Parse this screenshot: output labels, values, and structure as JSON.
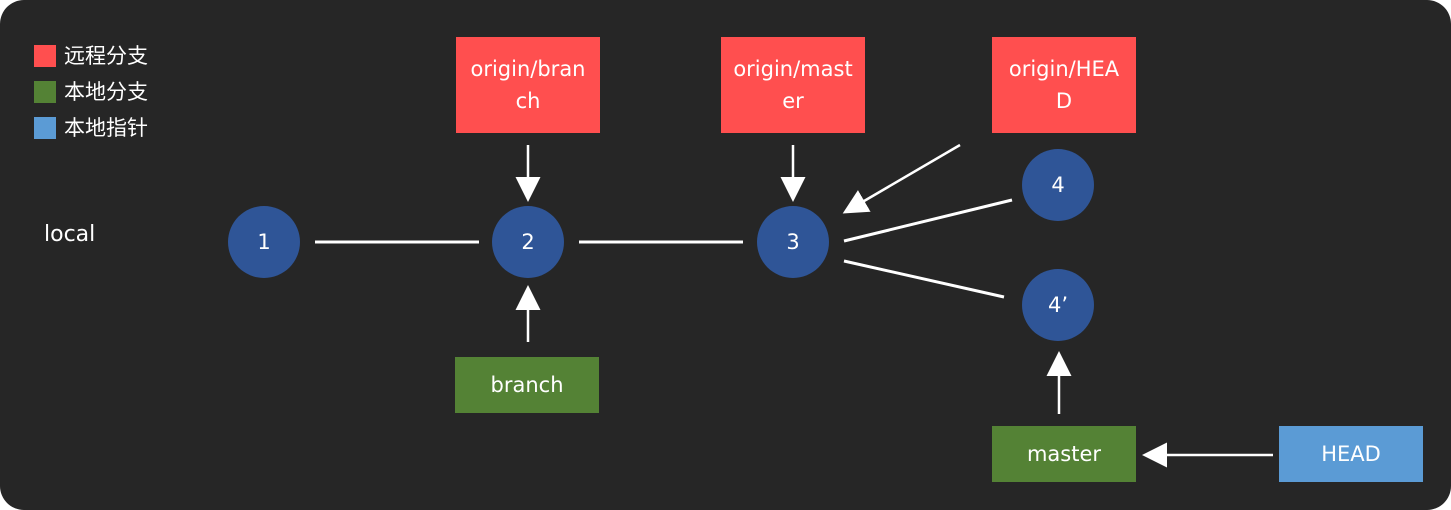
{
  "legend": {
    "items": [
      {
        "label": "远程分支",
        "color": "#FF4F4F"
      },
      {
        "label": "本地分支",
        "color": "#548235"
      },
      {
        "label": "本地指针",
        "color": "#5B9BD5"
      }
    ]
  },
  "local_label": "local",
  "nodes": {
    "n1": "1",
    "n2": "2",
    "n3": "3",
    "n4": "4",
    "n4p": "4’"
  },
  "labels": {
    "origin_branch": "origin/branch",
    "origin_master": "origin/master",
    "origin_head": "origin/HEAD",
    "branch": "branch",
    "master": "master",
    "head": "HEAD"
  },
  "colors": {
    "background": "#262626",
    "node": "#2F5597",
    "remote": "#FF4F4F",
    "local_branch": "#548235",
    "local_pointer": "#5B9BD5",
    "line": "#FFFFFF"
  }
}
